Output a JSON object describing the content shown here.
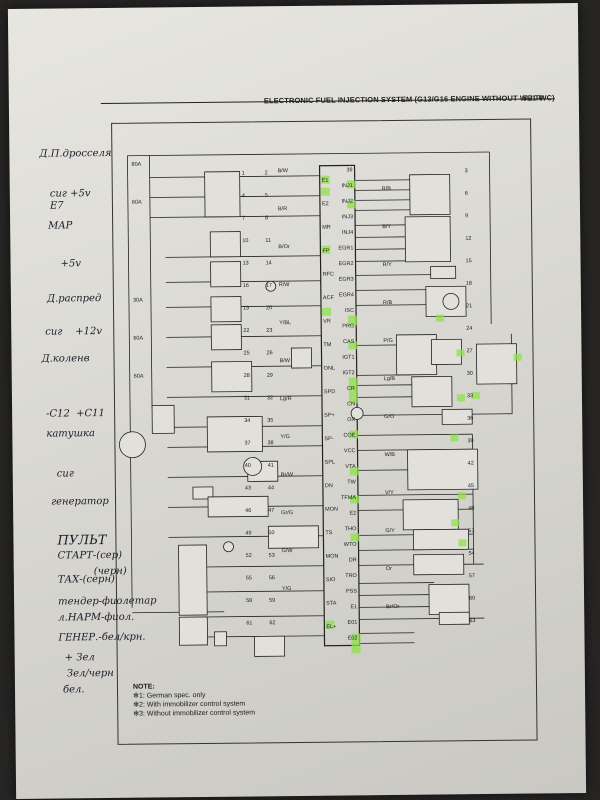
{
  "header": {
    "title": "ELECTRONIC FUEL INJECTION SYSTEM (G13/G16 ENGINE WITHOUT WU TWC)",
    "page": "5E1-9"
  },
  "notes": {
    "title": "NOTE:",
    "items": [
      "✻1:  German spec. only",
      "✻2:  With immobilizer control system",
      "✻3:  Without immobilizer control system"
    ]
  },
  "handwritten": [
    "Д.П.дросселя",
    "сиг +5v",
    "E7",
    "MAP",
    "+5v",
    "Д.распред",
    "сиг",
    "+12v",
    "Д.коленв",
    "-C12",
    "+C11",
    "катушка",
    "сиг",
    "генератор",
    "ПУЛЬТ",
    "СТАРТ-(сер)",
    "(черн)",
    "ТАХ-(серн)",
    "тендер-фиолетар",
    "л.НАРМ-фиол.",
    "ГЕНЕР.-бел/крн.",
    "+ Зел",
    "Зел/черн",
    "бел."
  ],
  "ecu_pins_left": [
    "E1",
    "E2",
    "MR",
    "FP",
    "RFC",
    "ACF",
    "VR",
    "TM",
    "ONL",
    "SPD",
    "SP+",
    "SP-",
    "SPL",
    "DN",
    "MON",
    "TS",
    "MON",
    "SIO",
    "STA",
    "EL+"
  ],
  "ecu_pins_right": [
    "39",
    "INJ1",
    "INJ2",
    "INJ3",
    "INJ4",
    "EGR1",
    "EGR2",
    "EGR3",
    "EGR4",
    "ISC",
    "PRG",
    "CAS",
    "IGT1",
    "IGT2",
    "CR",
    "CN",
    "OX",
    "COE",
    "VCC",
    "VTA",
    "TW",
    "TFMA",
    "E2",
    "THO",
    "WTO",
    "DR",
    "TRO",
    "PSS",
    "E1",
    "E01",
    "E02"
  ],
  "wire_colors": [
    "B/W",
    "R/B",
    "B/R",
    "B/Y",
    "B/Or",
    "R/Y",
    "R/W",
    "R/B",
    "Y/BL",
    "P/G",
    "B/W",
    "Lg/B",
    "Lg/R",
    "G/O",
    "Y/G",
    "W/B",
    "Br/W",
    "V/Y",
    "Gr/G",
    "G/Y",
    "G/W",
    "Or",
    "Y/G",
    "Br/Or"
  ],
  "component_numbers": [
    "1",
    "2",
    "3",
    "4",
    "5",
    "6",
    "7",
    "8",
    "9",
    "10",
    "11",
    "12",
    "13",
    "14",
    "15",
    "16",
    "17",
    "18",
    "19",
    "20",
    "21",
    "22",
    "23",
    "24",
    "25",
    "26",
    "27",
    "28",
    "29",
    "30",
    "31",
    "32",
    "33",
    "34",
    "35",
    "36",
    "37",
    "38",
    "39",
    "40",
    "41",
    "42",
    "43",
    "44",
    "45",
    "46",
    "47",
    "48",
    "49",
    "50",
    "51",
    "52",
    "53",
    "54",
    "55",
    "56",
    "57",
    "58",
    "59",
    "60",
    "61",
    "62",
    "63"
  ],
  "fuses": [
    "80A",
    "60A",
    "30A",
    "60A",
    "60A"
  ],
  "colors": {
    "paper": "#dedcd6",
    "ink": "#1c1c1c",
    "highlight": "#8fe04a",
    "background": "#262524"
  }
}
